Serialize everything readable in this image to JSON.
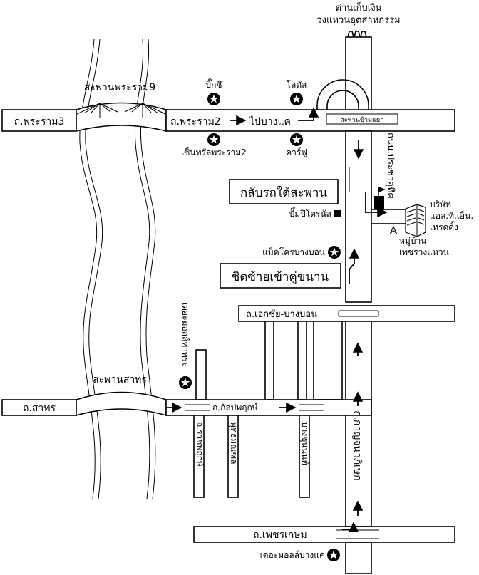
{
  "labels": {
    "toll_booth_line1": "ด่านเก็บเงิน",
    "toll_booth_line2": "วงแหวนอุตสาหกรรม",
    "rama9_bridge": "สะพานพระราม9",
    "big_c": "บิ๊กซี",
    "lotus": "โลตัส",
    "rama3_road": "ถ.พระราม3",
    "rama2_road": "ถ.พระราม2",
    "to_bang_kae": "ไปบางแค",
    "overpass": "สะพานข้ามแยก",
    "central_rama2": "เซ็นทรัลพระราม2",
    "carrefour": "คาร์ฟู",
    "prachauthit_road": "ถนน.ประชาอุทิศ",
    "u_turn_note": "กลับรถใต้สะพาน",
    "pt_gas": "ปั๊มปิโตรนัส",
    "company_line1": "บริษัท",
    "company_line2": "แอล.ที.เอ็น.",
    "company_line3": "เทรดดิ้ง",
    "village_line1": "หมู่บ้าน",
    "village_line2": "เพชรวงแหวน",
    "makro": "แม็คโครบางบอน",
    "keep_left_note": "ชิดซ้ายเข้าคู่ขนาน",
    "ekkachai_road": "ถ.เอกชัย-บางบอน",
    "the_mall_tha_phra": "เดอะมอลล์ท่าพระ",
    "taksin_bridge": "สะพานสาทร",
    "sathorn_road": "ถ.สาทร",
    "kalapaphruek_road": "ถ.กัลปพฤกษ์",
    "kanchanaphisek_road": "ถ.กาญจนาภิเษก",
    "ratchaphruek_road": "ถ.ราชพฤกษ์",
    "phutthamonthon_road": "พุทธมณฑล",
    "bang_khun_non": "บางขุนนนท์",
    "phetkasem_road": "ถ.เพชรเกษม",
    "the_mall_bang_kae": "เดอะมอลล์บางแค"
  },
  "colors": {
    "ink": "#000000",
    "paper": "#ffffff"
  },
  "icons": {
    "landmark": "star-in-circle-icon",
    "company": "office-building-icon",
    "flag": "flag-icon"
  }
}
